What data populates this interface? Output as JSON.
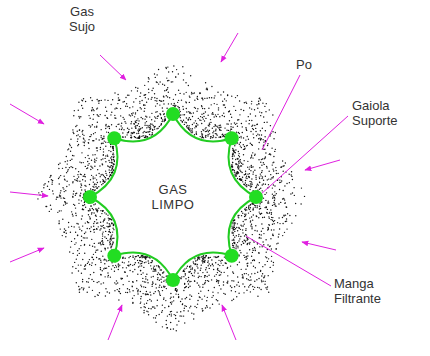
{
  "diagram": {
    "nodes": [
      {
        "text": [
          "GAS LIMPO"
        ]
      }
    ],
    "labels": [
      "Gas Sujo",
      "Po",
      "Gaiola Suporte",
      "Manga Filtrante"
    ]
  }
}
